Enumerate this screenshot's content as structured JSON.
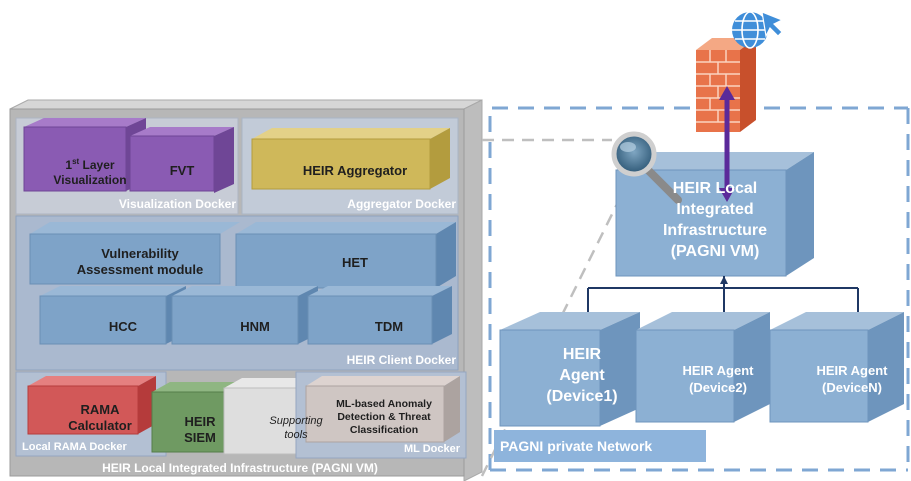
{
  "left": {
    "outer_label": "HEIR Local Integrated Infrastructure (PAGNI VM)",
    "visualization": {
      "docker_label": "Visualization Docker",
      "first_layer_a": "1",
      "first_layer_sup": "st",
      "first_layer_b": " Layer",
      "first_layer_c": "Visualization",
      "fvt": "FVT"
    },
    "aggregator": {
      "docker_label": "Aggregator Docker",
      "box": "HEIR Aggregator"
    },
    "client": {
      "docker_label": "HEIR Client Docker",
      "vuln_a": "Vulnerability",
      "vuln_b": "Assessment module",
      "het": "HET",
      "hcc": "HCC",
      "hnm": "HNM",
      "tdm": "TDM"
    },
    "rama": {
      "docker_label": "Local RAMA Docker",
      "box_a": "RAMA",
      "box_b": "Calculator"
    },
    "siem": {
      "box_a": "HEIR",
      "box_b": "SIEM"
    },
    "supporting": {
      "a": "Supporting",
      "b": "tools"
    },
    "ml": {
      "docker_label": "ML Docker",
      "a": "ML-based Anomaly",
      "b": "Detection & Threat",
      "c": "Classification"
    }
  },
  "right": {
    "local": {
      "a": "HEIR Local",
      "b": "Integrated",
      "c": "Infrastructure",
      "d": "(PAGNI VM)"
    },
    "agent1": {
      "a": "HEIR",
      "b": "Agent",
      "c": "(Device1)"
    },
    "agent2": {
      "a": "HEIR Agent",
      "b": "(Device2)"
    },
    "agentN": {
      "a": "HEIR Agent",
      "b": "(DeviceN)"
    },
    "network_label": "PAGNI private Network"
  },
  "icons": [
    "globe-icon",
    "firewall-icon",
    "magnifier-icon"
  ]
}
